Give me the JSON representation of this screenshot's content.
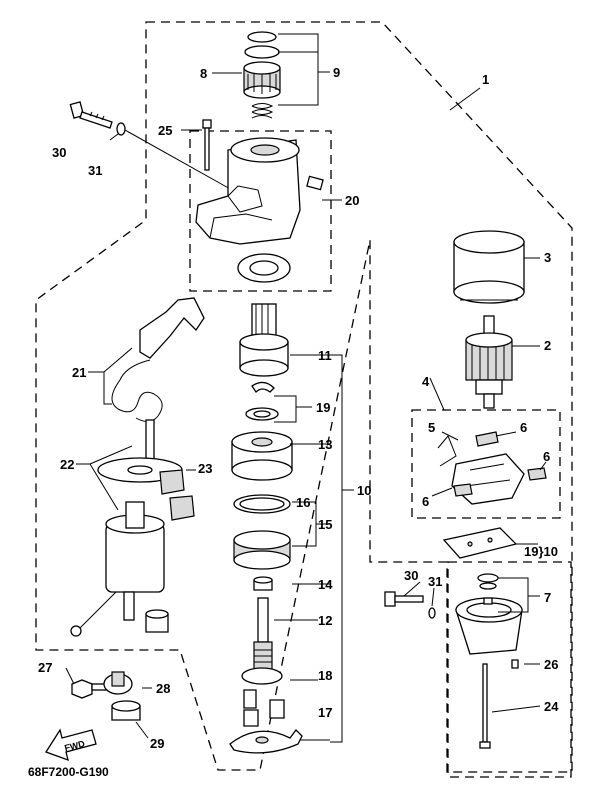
{
  "diagram": {
    "caption": "68F7200-G190",
    "fwd_label": "FWD",
    "callouts": {
      "c1": "1",
      "c2": "2",
      "c3": "3",
      "c4": "4",
      "c5": "5",
      "c6a": "6",
      "c6b": "6",
      "c6c": "6",
      "c7": "7",
      "c8": "8",
      "c9": "9",
      "c10a": "10",
      "c10b": "19}10",
      "c11": "11",
      "c12": "12",
      "c13": "13",
      "c14": "14",
      "c15": "15",
      "c16": "16",
      "c17": "17",
      "c18": "18",
      "c19": "19",
      "c20": "20",
      "c21": "21",
      "c22": "22",
      "c23": "23",
      "c24": "24",
      "c25": "25",
      "c26": "26",
      "c27": "27",
      "c28": "28",
      "c29": "29",
      "c30a": "30",
      "c30b": "30",
      "c31a": "31",
      "c31b": "31"
    }
  }
}
